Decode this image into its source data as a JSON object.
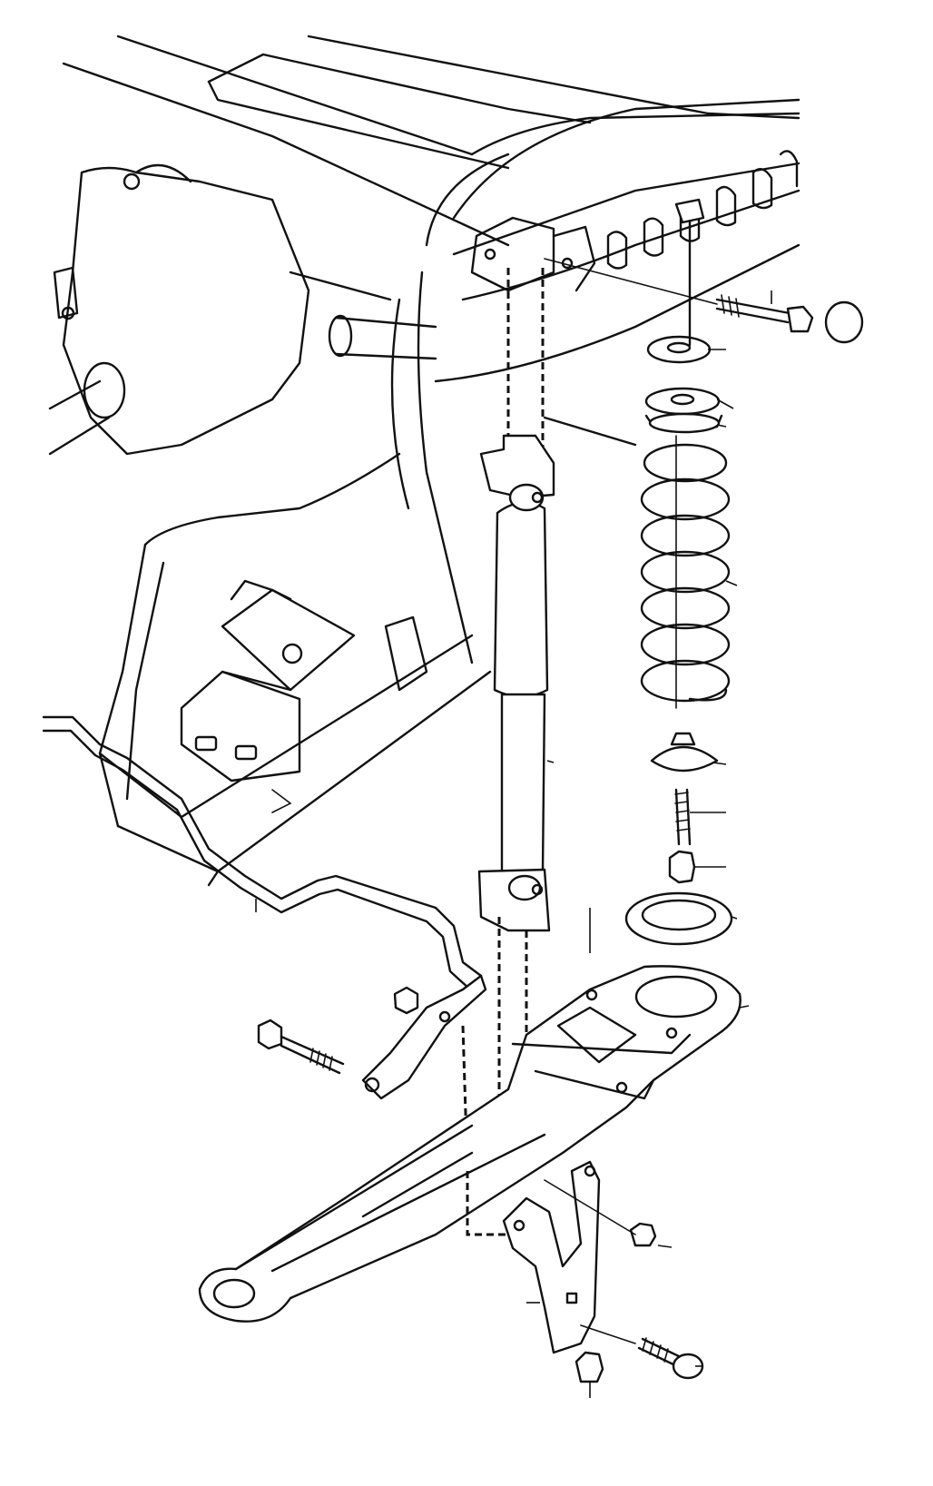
{
  "diagram": {
    "type": "exploded parts diagram",
    "subject": "rear suspension",
    "labels": []
  },
  "parts": [
    "subframe-body",
    "differential-housing",
    "axle-shaft",
    "shock-absorber",
    "coil-spring",
    "spring-upper-seat",
    "spring-upper-insulator",
    "spring-lower-seat",
    "bump-stop",
    "stud",
    "nut",
    "lower-spring-ring",
    "trailing-arm",
    "stabilizer-bar",
    "mounting-bracket",
    "bolts",
    "cap"
  ]
}
